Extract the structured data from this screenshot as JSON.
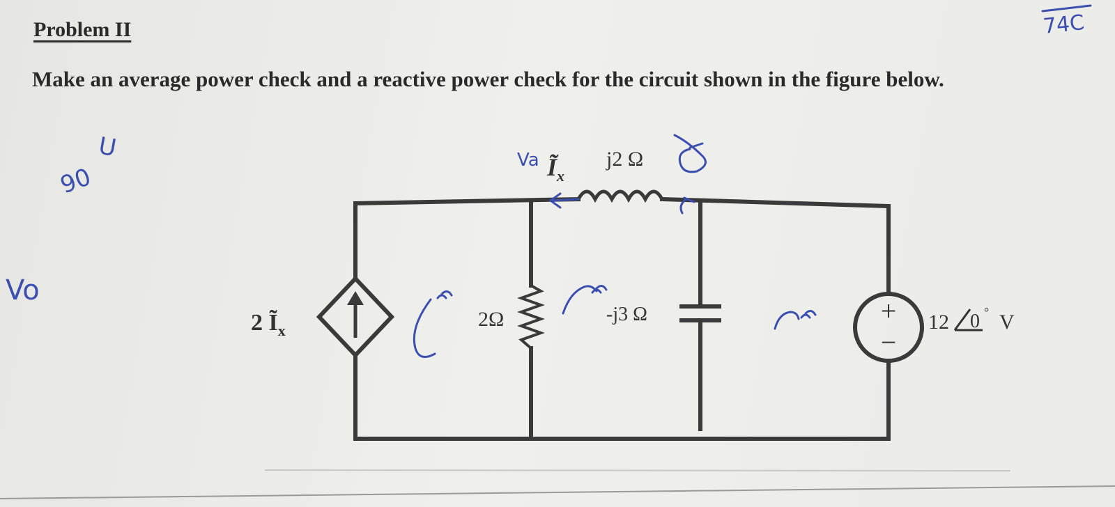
{
  "problem": {
    "title": "Problem II",
    "statement": "Make an average power check and a reactive power check for the circuit shown in the figure below."
  },
  "circuit": {
    "dependent_source_label": "2 Ĩ",
    "dependent_source_subscript": "x",
    "current_label": "Ĩ",
    "current_label_subscript": "x",
    "inductor_label": "j2 Ω",
    "resistor_label": "2Ω",
    "capacitor_label": "-j3 Ω",
    "voltage_source_label": "12",
    "voltage_source_angle": "0",
    "voltage_source_degree": "°",
    "voltage_source_unit": "V",
    "plus_sign": "+",
    "minus_sign": "−"
  },
  "handwriting": {
    "corner_note": "74C",
    "left_note_top": "U",
    "left_note_mid": "90",
    "left_note_node": "Vo",
    "top_node_note": "Va"
  },
  "colors": {
    "ink_print": "#333333",
    "ink_pen": "#3b4fb0",
    "paper": "#ececea"
  }
}
